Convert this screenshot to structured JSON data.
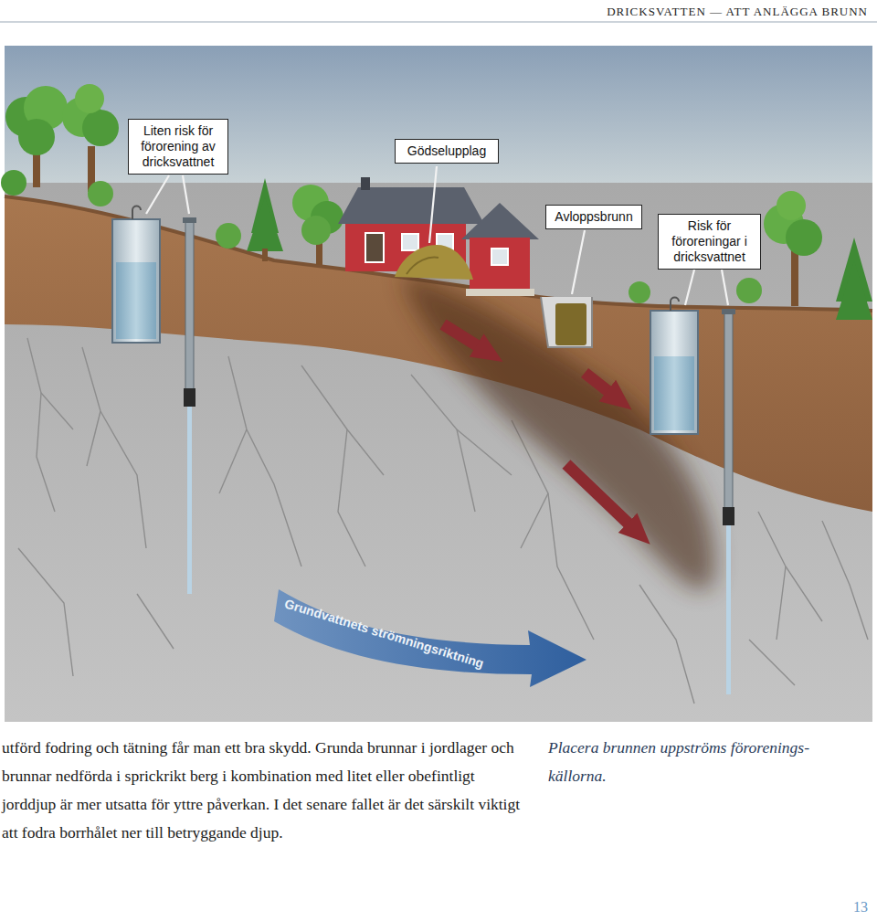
{
  "diagram": {
    "caption": "Placera brunnen uppströms förorenings- källorna.",
    "nodes": [
      {
        "text": [
          "Liten risk för förorening av dricksvattnet"
        ]
      },
      {
        "text": [
          "Gödselupplag"
        ]
      },
      {
        "text": [
          "Avloppsbrunn"
        ]
      },
      {
        "text": [
          "Risk för föroreningar i dricksvattnet"
        ]
      }
    ],
    "labels": [
      "DRICKSVATTEN — ATT ANLÄGGA BRUNN",
      "Grundvattnets strömningsriktning",
      "utförd fodring och tätning får man ett bra skydd. Grunda brunnar i jordlager och brunnar nedförda i sprickrikt berg i kombination med litet eller obefintligt jorddjup är mer utsatta för yttre påverkan. I det senare fallet är det särskilt viktigt att fodra borrhålet ner till betryggande djup.",
      "13"
    ]
  }
}
